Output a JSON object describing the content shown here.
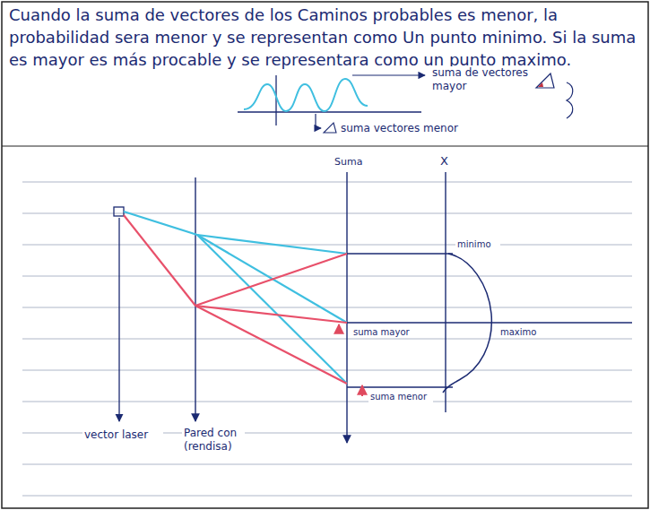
{
  "diagram": {
    "labels": [
      "Cuando la suma de vectores de los Caminos probables es menor, la probabilidad sera menor y se representan como Un punto minimo. Si la suma es mayor es más procable y se representara como un punto maximo.",
      "suma de vectores mayor",
      "suma vectores menor",
      "Suma",
      "X",
      "minimo",
      "maximo",
      "suma mayor",
      "suma menor",
      "vector laser",
      "Pared con (rendisa)"
    ]
  }
}
